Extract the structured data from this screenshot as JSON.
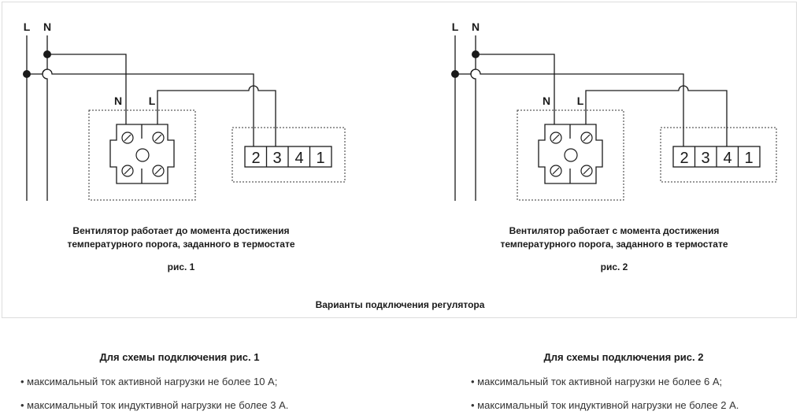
{
  "diagram1": {
    "bus_L": "L",
    "bus_N": "N",
    "socket_N": "N",
    "socket_L": "L",
    "terminals": [
      "2",
      "3",
      "4",
      "1"
    ],
    "caption_line1": "Вентилятор работает до момента достижения",
    "caption_line2": "температурного порога, заданного в термостате",
    "fig": "рис. 1"
  },
  "diagram2": {
    "bus_L": "L",
    "bus_N": "N",
    "socket_N": "N",
    "socket_L": "L",
    "terminals": [
      "2",
      "3",
      "4",
      "1"
    ],
    "caption_line1": "Вентилятор работает с момента достижения",
    "caption_line2": "температурного порога, заданного в термостате",
    "fig": "рис. 2"
  },
  "footer_title": "Варианты подключения регулятора",
  "spec1": {
    "heading": "Для схемы подключения рис. 1",
    "items": [
      "• максимальный ток активной нагрузки не более 10 А;",
      "• максимальный ток индуктивной нагрузки не более 3 А."
    ]
  },
  "spec2": {
    "heading": "Для схемы подключения рис. 2",
    "items": [
      "• максимальный ток активной нагрузки не более 6 А;",
      "• максимальный ток индуктивной нагрузки не более 2 А."
    ]
  }
}
